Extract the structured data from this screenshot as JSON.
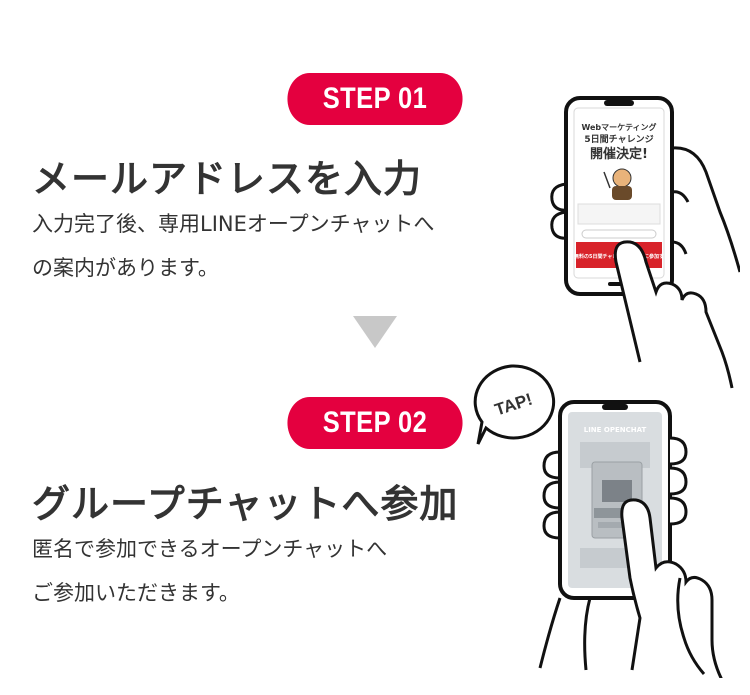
{
  "steps": [
    {
      "badge": "STEP 01",
      "title": "メールアドレスを入力",
      "desc_line1": "入力完了後、専用LINEオープンチャットへ",
      "desc_line2": "の案内があります。",
      "phone_screen": {
        "line1": "Webマーケティング",
        "line2": "5日間チャレンジ",
        "line3": "開催決定!",
        "button_text": "無料の5日間チャレ プログラムに参加す"
      }
    },
    {
      "badge": "STEP 02",
      "title": "グループチャットへ参加",
      "desc_line1": "匿名で参加できるオープンチャットへ",
      "desc_line2": "ご参加いただきます。",
      "phone_screen": {
        "header": "LINE OPENCHAT"
      },
      "tap_bubble": "TAP!"
    }
  ],
  "colors": {
    "accent": "#e4003f",
    "text": "#333333",
    "arrow": "#c8c8c8"
  },
  "icons": [
    "down-triangle-icon",
    "hand-holding-phone-icon",
    "speech-bubble-icon"
  ]
}
